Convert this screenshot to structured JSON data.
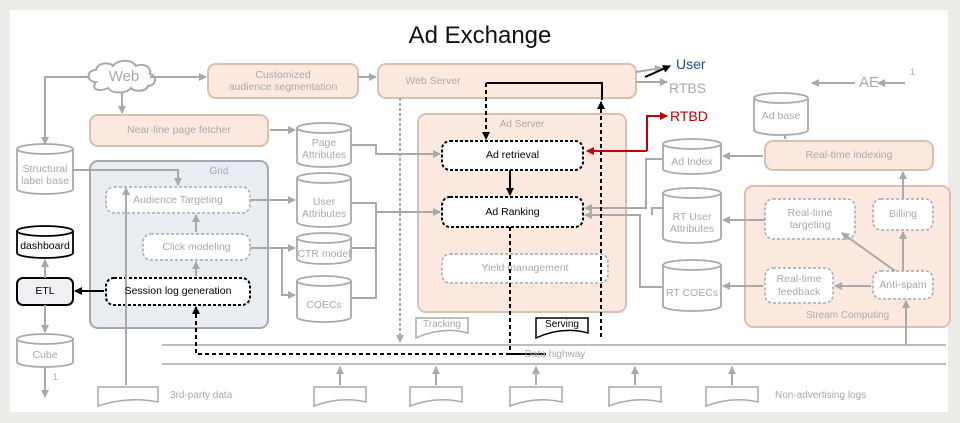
{
  "title": "Ad Exchange",
  "nodes": {
    "web": "Web",
    "custom_seg": "Customized\naudience segmentation",
    "web_server": "Web Server",
    "user": "User",
    "rtbs": "RTBS",
    "rtbd": "RTBD",
    "ad_base": "Ad base",
    "ae": "AE",
    "ae_count": "1",
    "near_line": "Near-line page fetcher",
    "page_attr": "Page\nAttributes",
    "ad_server": "Ad Server",
    "ad_retrieval": "Ad retrieval",
    "ad_index": "Ad Index",
    "rt_indexing": "Real-time indexing",
    "structural": "Structural\nlabel base",
    "grid": "Grid",
    "aud_target": "Audience Targeting",
    "user_attr": "User\nAttributes",
    "ad_ranking": "Ad Ranking",
    "rt_user_attr": "RT User\nAttributes",
    "rt_targeting": "Real-time\ntargeting",
    "billing": "Billing",
    "dashboard": "dashboard",
    "click_model": "Click modeling",
    "ctr_model": "CTR model",
    "yield_mgmt": "Yield management",
    "rt_coecs": "RT COECs",
    "rt_feedback": "Real-time\nfeedback",
    "anti_spam": "Anti-spam",
    "etl": "ETL",
    "session_log": "Session log generation",
    "coecs": "COECs",
    "stream": "Stream Computing",
    "tracking": "Tracking",
    "serving": "Serving",
    "cube": "Cube",
    "cube_count": "1",
    "data_highway": "Data highway",
    "third_party": "3rd-party data",
    "non_adv": "Non-advertising logs"
  },
  "colors": {
    "gray": "#a9a9a9",
    "orange_fill": "#fbe9df",
    "orange_stroke": "#d9c0b0",
    "grid_fill": "#e9edf2",
    "grid_stroke": "#a4a9b0",
    "user_blue": "#1f4e8c",
    "rtbd_red": "#c00000",
    "black": "#000000"
  }
}
